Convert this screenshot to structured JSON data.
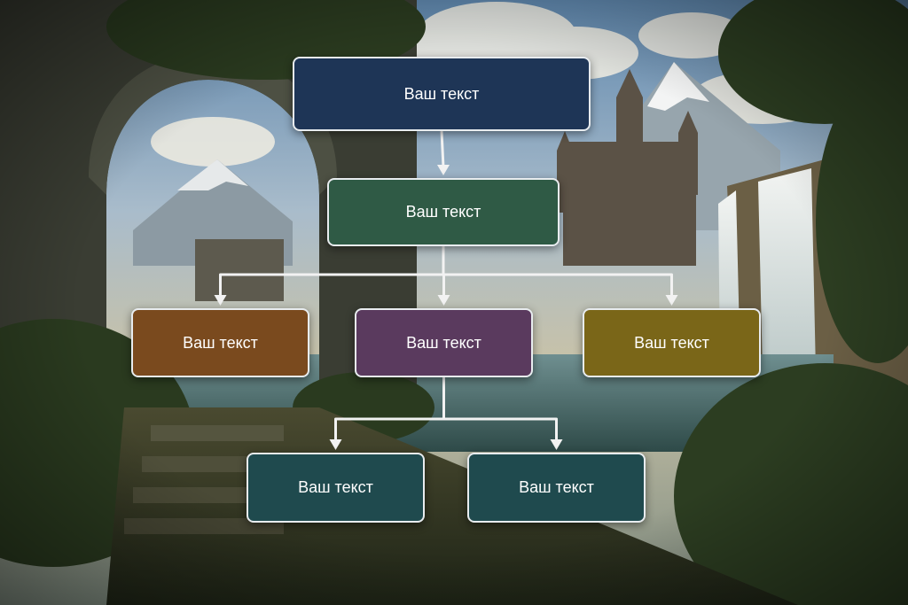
{
  "nodes": {
    "top": {
      "label": "Ваш текст",
      "color": "#1e3556"
    },
    "middle": {
      "label": "Ваш текст",
      "color": "#2f5a45"
    },
    "left": {
      "label": "Ваш текст",
      "color": "#7a4a1e"
    },
    "center": {
      "label": "Ваш текст",
      "color": "#5a3a5e"
    },
    "right": {
      "label": "Ваш текст",
      "color": "#7a6618"
    },
    "bottom_left": {
      "label": "Ваш текст",
      "color": "#1f4a4e"
    },
    "bottom_right": {
      "label": "Ваш текст",
      "color": "#1f4a4e"
    }
  },
  "edges": [
    [
      "top",
      "middle"
    ],
    [
      "middle",
      "left"
    ],
    [
      "middle",
      "center"
    ],
    [
      "middle",
      "right"
    ],
    [
      "center",
      "bottom_left"
    ],
    [
      "center",
      "bottom_right"
    ]
  ],
  "colors": {
    "connector": "#f2f2f2",
    "border": "#e8ecef"
  }
}
